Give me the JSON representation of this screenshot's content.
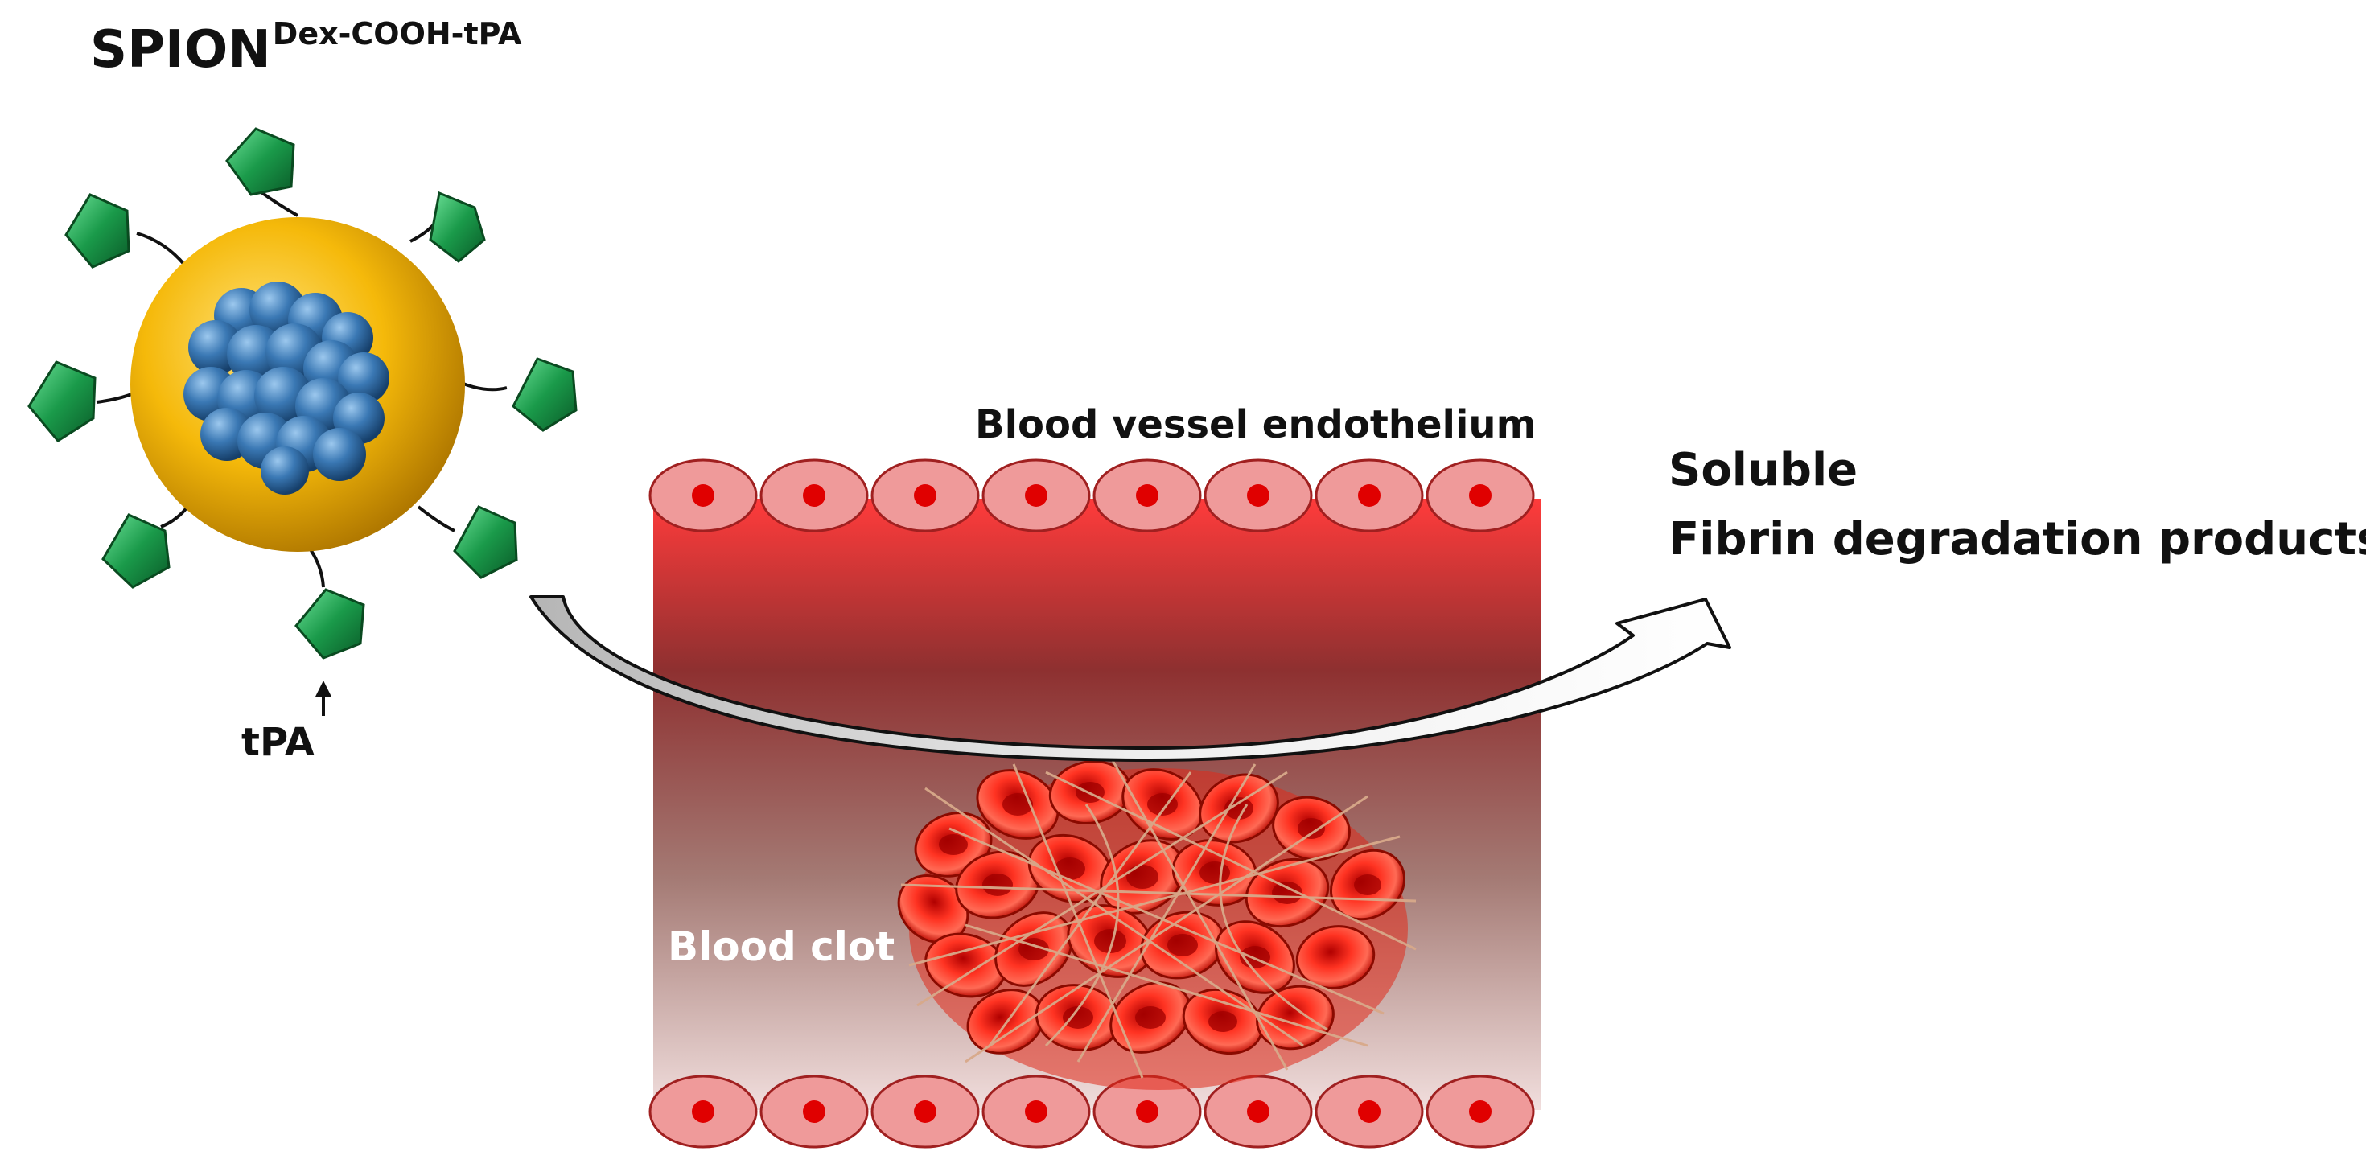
{
  "nanoparticle": {
    "label_main": "SPION",
    "label_sup": "Dex-COOH-tPA",
    "tpa_label": "tPA",
    "colors": {
      "shell": "#f5b90a",
      "core": "#3a78b4",
      "tpa": "#1a9a4a"
    }
  },
  "vessel": {
    "endothelium_label": "Blood vessel endothelium",
    "clot_label": "Blood clot",
    "colors": {
      "wall": "#ff3b3b",
      "lumen_dark": "#8e3030",
      "cell": "#ef9a9a",
      "nucleus": "#e00000"
    }
  },
  "products": {
    "line1": "Soluble",
    "line2": "Fibrin degradation products"
  }
}
